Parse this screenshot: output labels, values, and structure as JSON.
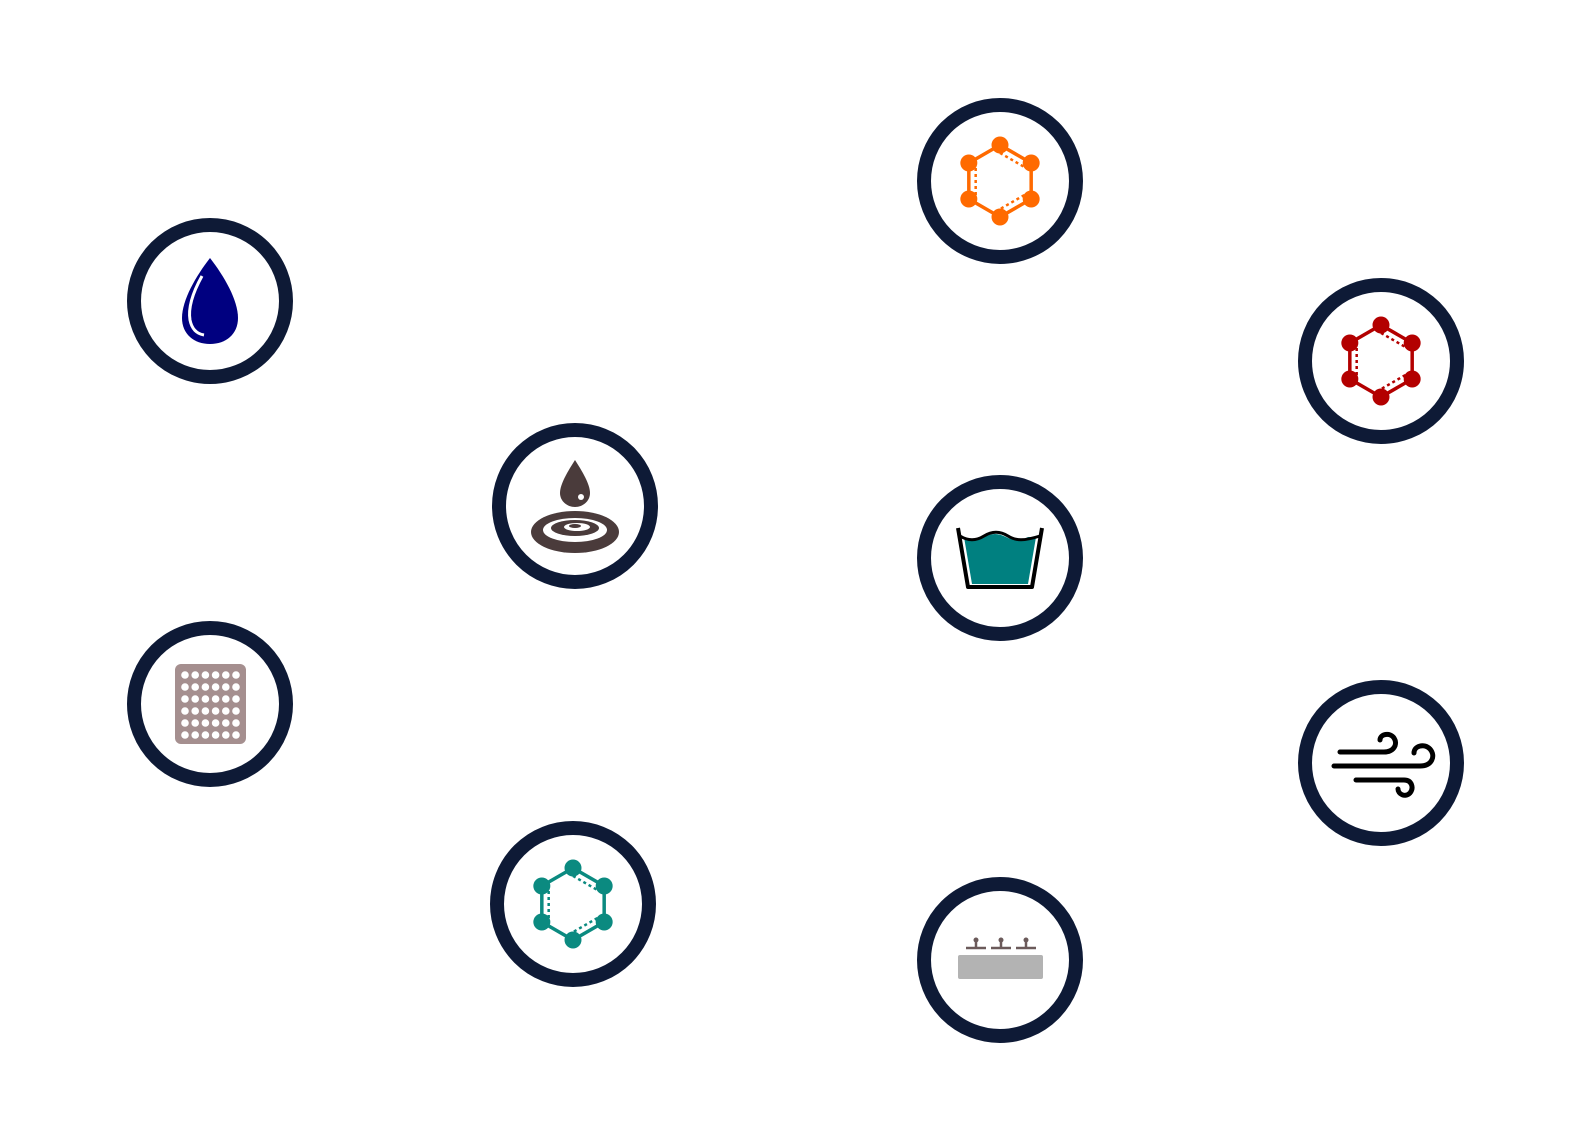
{
  "diagram": {
    "ring_color": "#0e1a36",
    "nodes": [
      {
        "id": "water-drop",
        "icon": "water-drop-icon",
        "color": "#000080"
      },
      {
        "id": "molecule-orange",
        "icon": "molecule-icon",
        "color": "#ff6a00"
      },
      {
        "id": "molecule-red",
        "icon": "molecule-icon",
        "color": "#b30000"
      },
      {
        "id": "oil-drop-ripple",
        "icon": "oil-drop-ripple-icon",
        "color": "#4a3b3b"
      },
      {
        "id": "water-basin",
        "icon": "water-basin-icon",
        "color": "#008080"
      },
      {
        "id": "perforated-sheet",
        "icon": "perforated-sheet-icon",
        "color": "#a58f8f"
      },
      {
        "id": "wind",
        "icon": "wind-icon",
        "color": "#000000"
      },
      {
        "id": "molecule-teal",
        "icon": "molecule-icon",
        "color": "#0b8a80"
      },
      {
        "id": "heated-plate",
        "icon": "heated-plate-icon",
        "color": "#b3b3b3"
      }
    ]
  }
}
